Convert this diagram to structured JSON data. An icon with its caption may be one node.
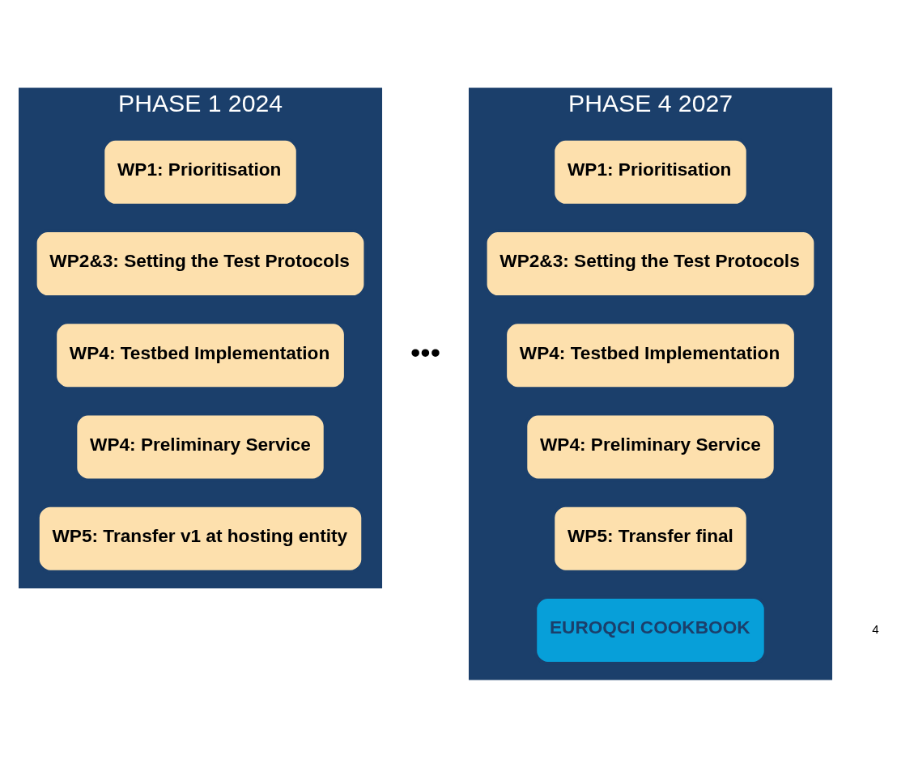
{
  "diagram": {
    "nodes": [
      {
        "text": [
          "PHASE 1 2024"
        ]
      },
      {
        "text": [
          "WP1: Prioritisation"
        ],
        "in": 0
      },
      {
        "text": [
          "WP2&3: Setting the Test Protocols"
        ],
        "in": 0
      },
      {
        "text": [
          "WP4: Testbed Implementation"
        ],
        "in": 0
      },
      {
        "text": [
          "WP4: Preliminary Service"
        ],
        "in": 0
      },
      {
        "text": [
          "WP5: Transfer v1 at hosting entity"
        ],
        "in": 0
      },
      {
        "text": [
          "PHASE 4 2027"
        ]
      },
      {
        "text": [
          "WP1: Prioritisation"
        ],
        "in": 6
      },
      {
        "text": [
          "WP2&3: Setting the Test Protocols"
        ],
        "in": 6
      },
      {
        "text": [
          "WP4: Testbed Implementation"
        ],
        "in": 6
      },
      {
        "text": [
          "WP4: Preliminary Service"
        ],
        "in": 6
      },
      {
        "text": [
          "WP5: Transfer final"
        ],
        "in": 6
      },
      {
        "text": [
          "EUROQCI COOKBOOK"
        ],
        "in": 6
      }
    ],
    "edges": [],
    "labels": [
      "•••",
      "4"
    ]
  }
}
